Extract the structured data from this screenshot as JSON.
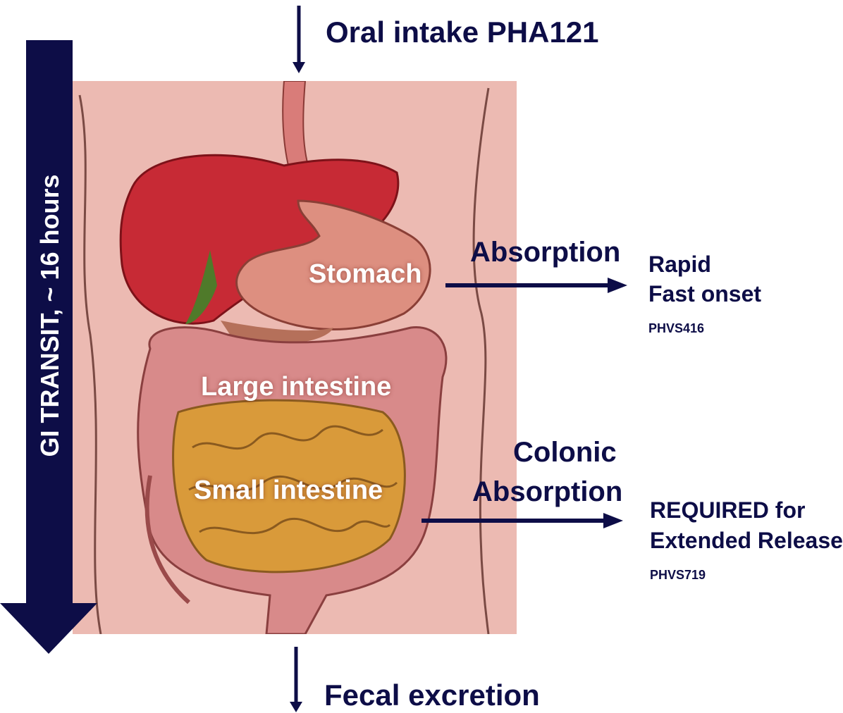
{
  "intake": {
    "label": "Oral intake PHA121"
  },
  "excretion": {
    "label": "Fecal excretion"
  },
  "transit": {
    "label": "GI  TRANSIT, ~ 16 hours"
  },
  "organs": {
    "stomach": "Stomach",
    "large_intestine": "Large intestine",
    "small_intestine": "Small intestine"
  },
  "absorption": {
    "heading": "Absorption",
    "line1": "Rapid",
    "line2": "Fast onset",
    "code": "PHVS416"
  },
  "colonic": {
    "heading_line1": "Colonic",
    "heading_line2": "Absorption",
    "line1": "REQUIRED for",
    "line2": "Extended Release",
    "code": "PHVS719"
  },
  "colors": {
    "navy": "#0d0d47",
    "skin": "#ecbab2",
    "liver": "#c72a35",
    "intestine": "#d88a8a",
    "small_intestine": "#d99a3a"
  }
}
